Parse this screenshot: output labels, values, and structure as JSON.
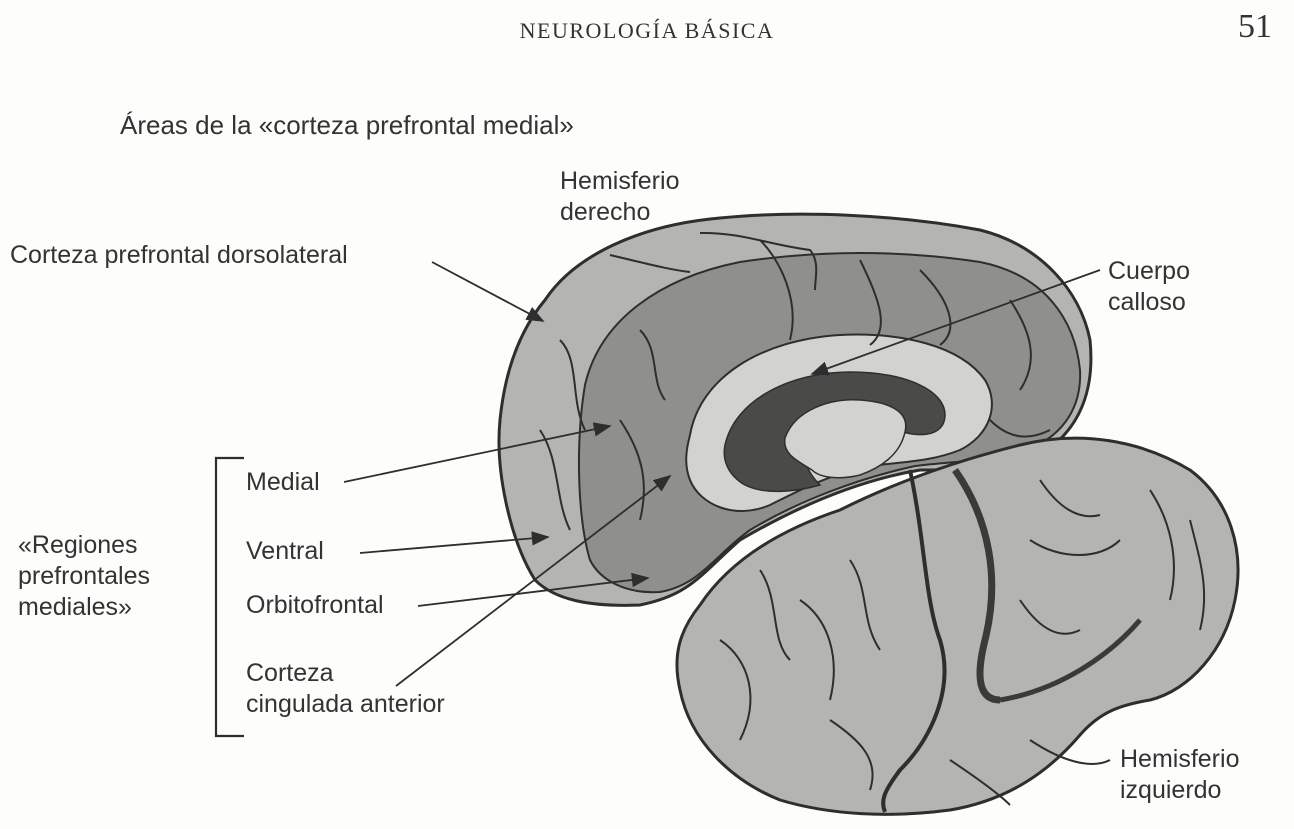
{
  "header": {
    "running_head": "NEUROLOGÍA BÁSICA",
    "page_number": "51"
  },
  "figure": {
    "caption": "Áreas de la «corteza prefrontal medial»",
    "labels": {
      "right_hemisphere": "Hemisferio\nderecho",
      "dorsolateral": "Corteza prefrontal dorsolateral",
      "corpus_callosum": "Cuerpo\ncalloso",
      "medial": "Medial",
      "ventral": "Ventral",
      "orbitofrontal": "Orbitofrontal",
      "anterior_cingulate": "Corteza\ncingulada anterior",
      "group_label": "«Regiones\nprefrontales\nmediales»",
      "left_hemisphere": "Hemisferio\nizquierdo"
    }
  },
  "colors": {
    "cortex_light": "#b4b4b0",
    "cortex_medial": "#8f8f8b",
    "callosum": "#d2d2cf",
    "ventricle": "#4a4a48",
    "outline": "#2e2e2e"
  }
}
